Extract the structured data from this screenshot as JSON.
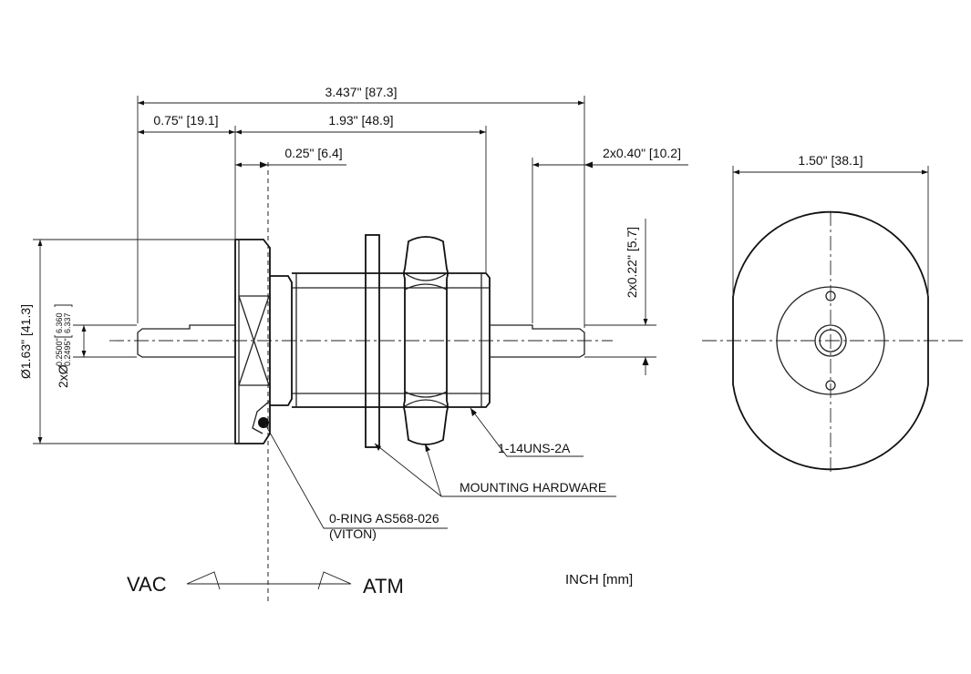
{
  "dimensions": {
    "overall_length": "3.437\" [87.3]",
    "left_pin": "0.75\" [19.1]",
    "body_length": "1.93\" [48.9]",
    "flange_thickness": "0.25\" [6.4]",
    "right_pin": "2x0.40\" [10.2]",
    "pin_offset": "2x0.22\" [5.7]",
    "flange_diameter": "Ø1.63\" [41.3]",
    "pin_diameter_prefix": "2xØ",
    "pin_dia_in_max": "0.2500\"",
    "pin_dia_in_min": "0.2495\"",
    "pin_dia_mm_max": "6.360",
    "pin_dia_mm_min": "6.337",
    "end_view_diameter": "1.50\" [38.1]"
  },
  "callouts": {
    "thread": "1-14UNS-2A",
    "mounting_hardware": "MOUNTING HARDWARE",
    "oring_line1": "0-RING AS568-026",
    "oring_line2": "(VITON)"
  },
  "sides": {
    "vacuum": "VAC",
    "atmosphere": "ATM"
  },
  "units": "INCH [mm]"
}
